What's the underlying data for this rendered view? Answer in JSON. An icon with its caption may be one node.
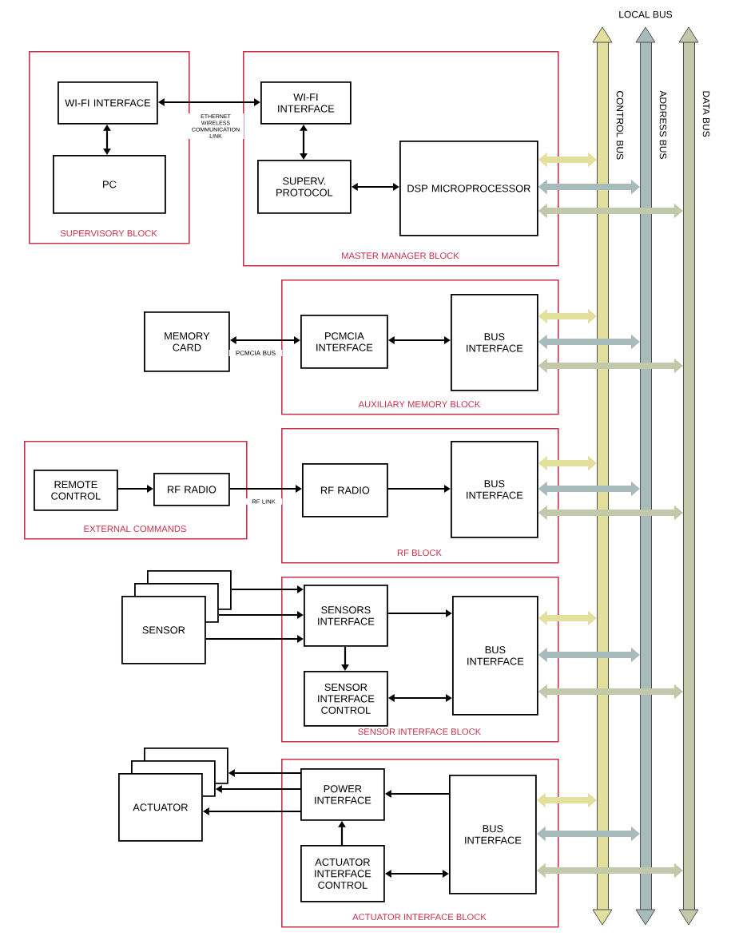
{
  "diagram": {
    "nodes": [
      {
        "text": [
          "SUPERVISORY BLOCK"
        ]
      },
      {
        "text": [
          "WI-FI INTERFACE"
        ],
        "in": 0
      },
      {
        "text": [
          "PC"
        ],
        "in": 0
      },
      {
        "text": [
          "MASTER MANAGER BLOCK"
        ]
      },
      {
        "text": [
          "WI-FI INTERFACE"
        ],
        "in": 3
      },
      {
        "text": [
          "SUPERV. PROTOCOL"
        ],
        "in": 3
      },
      {
        "text": [
          "DSP MICROPROCESSOR"
        ],
        "in": 3
      },
      {
        "text": [
          "MEMORY CARD"
        ]
      },
      {
        "text": [
          "AUXILIARY MEMORY BLOCK"
        ]
      },
      {
        "text": [
          "PCMCIA INTERFACE"
        ],
        "in": 8
      },
      {
        "text": [
          "BUS INTERFACE"
        ],
        "in": 8
      },
      {
        "text": [
          "EXTERNAL COMMANDS"
        ]
      },
      {
        "text": [
          "REMOTE CONTROL"
        ],
        "in": 11
      },
      {
        "text": [
          "RF RADIO"
        ],
        "in": 11
      },
      {
        "text": [
          "RF BLOCK"
        ]
      },
      {
        "text": [
          "RF RADIO"
        ],
        "in": 14
      },
      {
        "text": [
          "BUS INTERFACE"
        ],
        "in": 14
      },
      {
        "text": [],
        "shape": "box"
      },
      {
        "text": [],
        "shape": "box"
      },
      {
        "text": [
          "SENSOR"
        ]
      },
      {
        "text": [
          "SENSOR INTERFACE BLOCK"
        ]
      },
      {
        "text": [
          "SENSORS INTERFACE"
        ],
        "in": 20
      },
      {
        "text": [
          "SENSOR INTERFACE CONTROL"
        ],
        "in": 20
      },
      {
        "text": [
          "BUS INTERFACE"
        ],
        "in": 20
      },
      {
        "text": [],
        "shape": "box"
      },
      {
        "text": [],
        "shape": "box"
      },
      {
        "text": [
          "ACTUATOR"
        ]
      },
      {
        "text": [
          "ACTUATOR INTERFACE BLOCK"
        ]
      },
      {
        "text": [
          "POWER INTERFACE"
        ],
        "in": 27
      },
      {
        "text": [
          "ACTUATOR INTERFACE CONTROL"
        ],
        "in": 27
      },
      {
        "text": [
          "BUS INTERFACE"
        ],
        "in": 27
      },
      {
        "text": [],
        "shape": "bar",
        "beside": [
          "CONTROL BUS"
        ]
      },
      {
        "text": [],
        "shape": "bar",
        "beside": [
          "ADDRESS BUS"
        ]
      },
      {
        "text": [],
        "shape": "bar",
        "beside": [
          "DATA BUS"
        ]
      }
    ],
    "edges": [
      {
        "from": 1,
        "to": 2,
        "arrow": "both"
      },
      {
        "from": 1,
        "to": 4,
        "arrow": "both",
        "label": "ETHERNET WIRELESS COMMUNICATION LINK"
      },
      {
        "from": 4,
        "to": 5,
        "arrow": "both"
      },
      {
        "from": 5,
        "to": 6,
        "arrow": "both"
      },
      {
        "from": 6,
        "to": 31,
        "arrow": "both",
        "style": "thick",
        "color": "#e3df9c"
      },
      {
        "from": 6,
        "to": 32,
        "arrow": "both",
        "style": "thick",
        "color": "#a7bbbb"
      },
      {
        "from": 6,
        "to": 33,
        "arrow": "both",
        "style": "thick",
        "color": "#c2c8aa"
      },
      {
        "from": 7,
        "to": 9,
        "arrow": "both",
        "label": "PCMCIA BUS"
      },
      {
        "from": 9,
        "to": 10,
        "arrow": "both"
      },
      {
        "from": 10,
        "to": 31,
        "arrow": "both",
        "style": "thick",
        "color": "#e3df9c"
      },
      {
        "from": 10,
        "to": 32,
        "arrow": "both",
        "style": "thick",
        "color": "#a7bbbb"
      },
      {
        "from": 10,
        "to": 33,
        "arrow": "both",
        "style": "thick",
        "color": "#c2c8aa"
      },
      {
        "from": 12,
        "to": 13,
        "arrow": "to"
      },
      {
        "from": 13,
        "to": 15,
        "arrow": "to",
        "label": "RF LINK"
      },
      {
        "from": 15,
        "to": 16,
        "arrow": "to"
      },
      {
        "from": 16,
        "to": 31,
        "arrow": "both",
        "style": "thick",
        "color": "#e3df9c"
      },
      {
        "from": 16,
        "to": 32,
        "arrow": "both",
        "style": "thick",
        "color": "#a7bbbb"
      },
      {
        "from": 16,
        "to": 33,
        "arrow": "both",
        "style": "thick",
        "color": "#c2c8aa"
      },
      {
        "from": 17,
        "to": 21,
        "arrow": "to"
      },
      {
        "from": 18,
        "to": 21,
        "arrow": "to"
      },
      {
        "from": 19,
        "to": 21,
        "arrow": "to"
      },
      {
        "from": 21,
        "to": 22,
        "arrow": "to"
      },
      {
        "from": 21,
        "to": 23,
        "arrow": "to"
      },
      {
        "from": 22,
        "to": 23,
        "arrow": "both"
      },
      {
        "from": 23,
        "to": 31,
        "arrow": "both",
        "style": "thick",
        "color": "#e3df9c"
      },
      {
        "from": 23,
        "to": 32,
        "arrow": "both",
        "style": "thick",
        "color": "#a7bbbb"
      },
      {
        "from": 23,
        "to": 33,
        "arrow": "both",
        "style": "thick",
        "color": "#c2c8aa"
      },
      {
        "from": 28,
        "to": 24,
        "arrow": "to"
      },
      {
        "from": 28,
        "to": 25,
        "arrow": "to"
      },
      {
        "from": 28,
        "to": 26,
        "arrow": "to"
      },
      {
        "from": 30,
        "to": 28,
        "arrow": "to"
      },
      {
        "from": 29,
        "to": 28,
        "arrow": "to"
      },
      {
        "from": 29,
        "to": 30,
        "arrow": "both"
      },
      {
        "from": 30,
        "to": 31,
        "arrow": "both",
        "style": "thick",
        "color": "#e3df9c"
      },
      {
        "from": 30,
        "to": 32,
        "arrow": "both",
        "style": "thick",
        "color": "#a7bbbb"
      },
      {
        "from": 30,
        "to": 33,
        "arrow": "both",
        "style": "thick",
        "color": "#c2c8aa"
      }
    ],
    "labels": [
      "LOCAL BUS"
    ]
  }
}
